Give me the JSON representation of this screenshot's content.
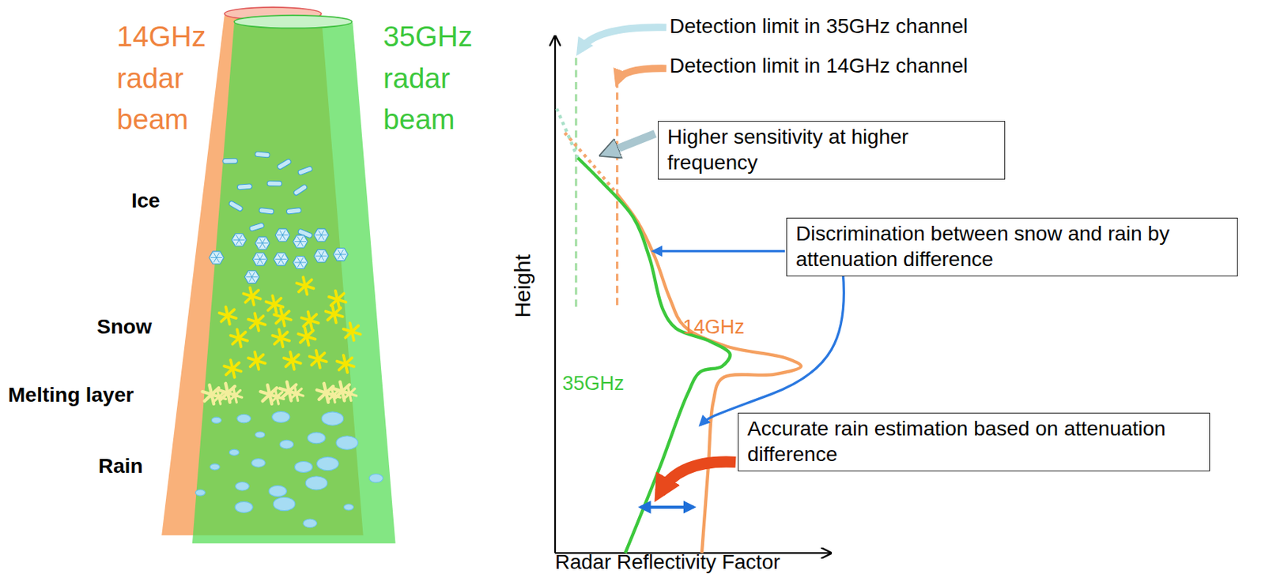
{
  "diagram": {
    "nodes": [
      {
        "text": [
          "Higher sensitivity at higher frequency"
        ]
      },
      {
        "text": [
          "Discrimination between snow and rain by attenuation difference"
        ]
      },
      {
        "text": [
          "Accurate rain estimation based on attenuation difference"
        ]
      }
    ],
    "labels": [
      "14GHz radar beam",
      "35GHz radar beam",
      "Ice",
      "Snow",
      "Melting layer",
      "Rain",
      "Detection limit in 35GHz channel",
      "Detection limit in 14GHz channel",
      "Height",
      "14GHz",
      "35GHz",
      "Radar Reflectivity Factor"
    ]
  }
}
